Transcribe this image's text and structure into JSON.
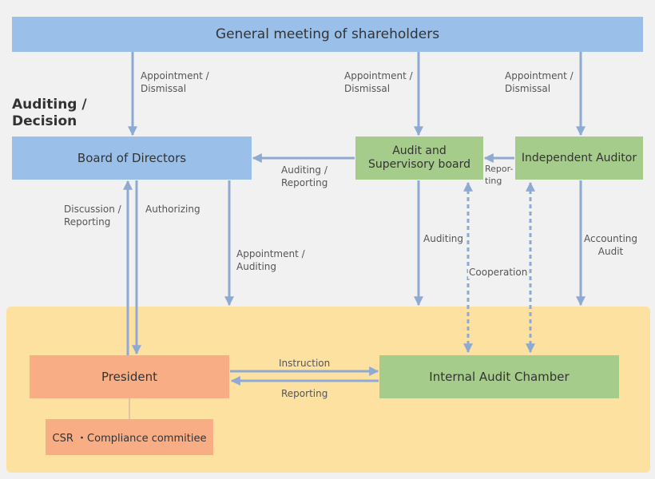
{
  "section_title_line1": "Auditing /",
  "section_title_line2": "Decision",
  "boxes": {
    "shareholders": "General meeting of shareholders",
    "board": "Board of Directors",
    "audit_board_line1": "Audit and",
    "audit_board_line2": "Supervisory board",
    "independent_auditor": "Independent Auditor",
    "president": "President",
    "internal_audit": "Internal Audit Chamber",
    "csr": "CSR ・Compliance commitiee"
  },
  "labels": {
    "appt1_l1": "Appointment /",
    "appt1_l2": "Dismissal",
    "appt2_l1": "Appointment /",
    "appt2_l2": "Dismissal",
    "appt3_l1": "Appointment /",
    "appt3_l2": "Dismissal",
    "auditing_reporting_l1": "Auditing /",
    "auditing_reporting_l2": "Reporting",
    "reporting_short_l1": "Repor-",
    "reporting_short_l2": "ting",
    "discussion_l1": "Discussion /",
    "discussion_l2": "Reporting",
    "authorizing": "Authorizing",
    "appt_auditing_l1": "Appointment /",
    "appt_auditing_l2": "Auditing",
    "auditing": "Auditing",
    "cooperation": "Cooperation",
    "accounting_l1": "Accounting",
    "accounting_l2": "Audit",
    "instruction": "Instruction",
    "reporting": "Reporting"
  },
  "colors": {
    "blue_box": "#9ac0ea",
    "green_box": "#a6cc8c",
    "salmon_box": "#f8ad85",
    "yellow_area": "#fde1a0",
    "arrow": "#8eaad2",
    "background": "#f1f1f1"
  }
}
